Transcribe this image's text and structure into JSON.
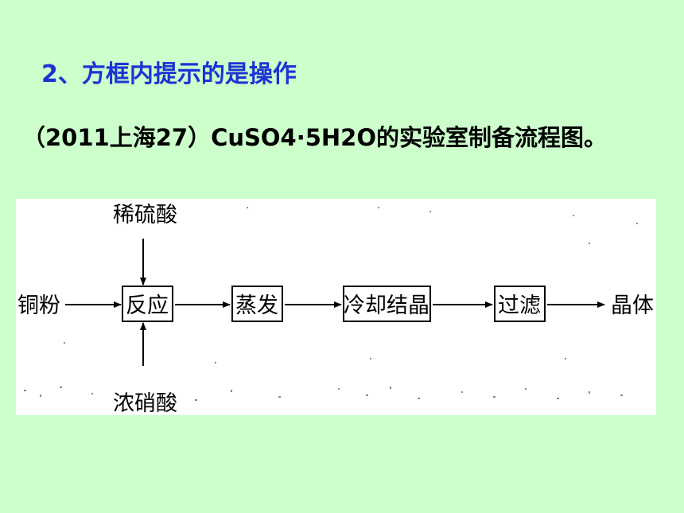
{
  "heading": "2、方框内提示的是操作",
  "subtitle": "（2011上海27）CuSO4·5H2O的实验室制备流程图。",
  "flow": {
    "inputs": {
      "top": "稀硫酸",
      "left": "铜粉",
      "bottom": "浓硝酸"
    },
    "steps": [
      "反应",
      "蒸发",
      "冷却结晶",
      "过滤"
    ],
    "output": "晶体"
  }
}
